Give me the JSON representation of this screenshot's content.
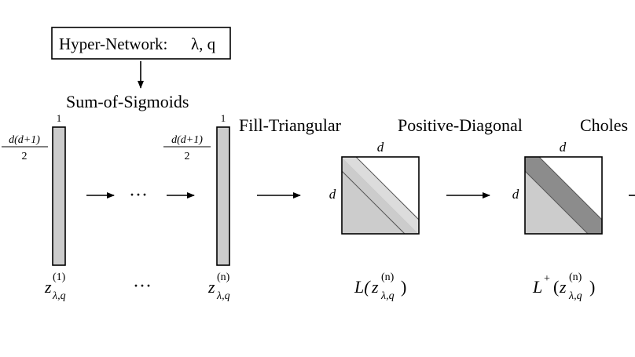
{
  "hypernetwork": {
    "label": "Hyper-Network:",
    "params": "λ, q"
  },
  "stages": {
    "sum_of_sigmoids": "Sum-of-Sigmoids",
    "fill_triangular": "Fill-Triangular",
    "positive_diagonal": "Positive-Diagonal",
    "cholesky": "Choles"
  },
  "vector_dims": {
    "top": "1",
    "side_numerator": "d(d+1)",
    "side_denominator": "2"
  },
  "matrix_dims": {
    "top": "d",
    "side": "d"
  },
  "ellipsis": "···",
  "vectors": [
    {
      "z": "z",
      "sup": "(1)",
      "sub": "λ,q"
    },
    {
      "z": "z",
      "sup": "(n)",
      "sub": "λ,q"
    }
  ],
  "matrices": [
    {
      "prefix": "L(",
      "z": "z",
      "sup": "(n)",
      "sub": "λ,q",
      "suffix": ")"
    },
    {
      "prefix": "L",
      "plus": "+",
      "open": "(",
      "z": "z",
      "sup": "(n)",
      "sub": "λ,q",
      "suffix": ")"
    }
  ],
  "colors": {
    "bar_fill": "#cccccc",
    "lower_fill": "#cccccc",
    "diag_band": "#dcdcdc",
    "diag_dark": "#8c8c8c",
    "stroke": "#000000"
  }
}
